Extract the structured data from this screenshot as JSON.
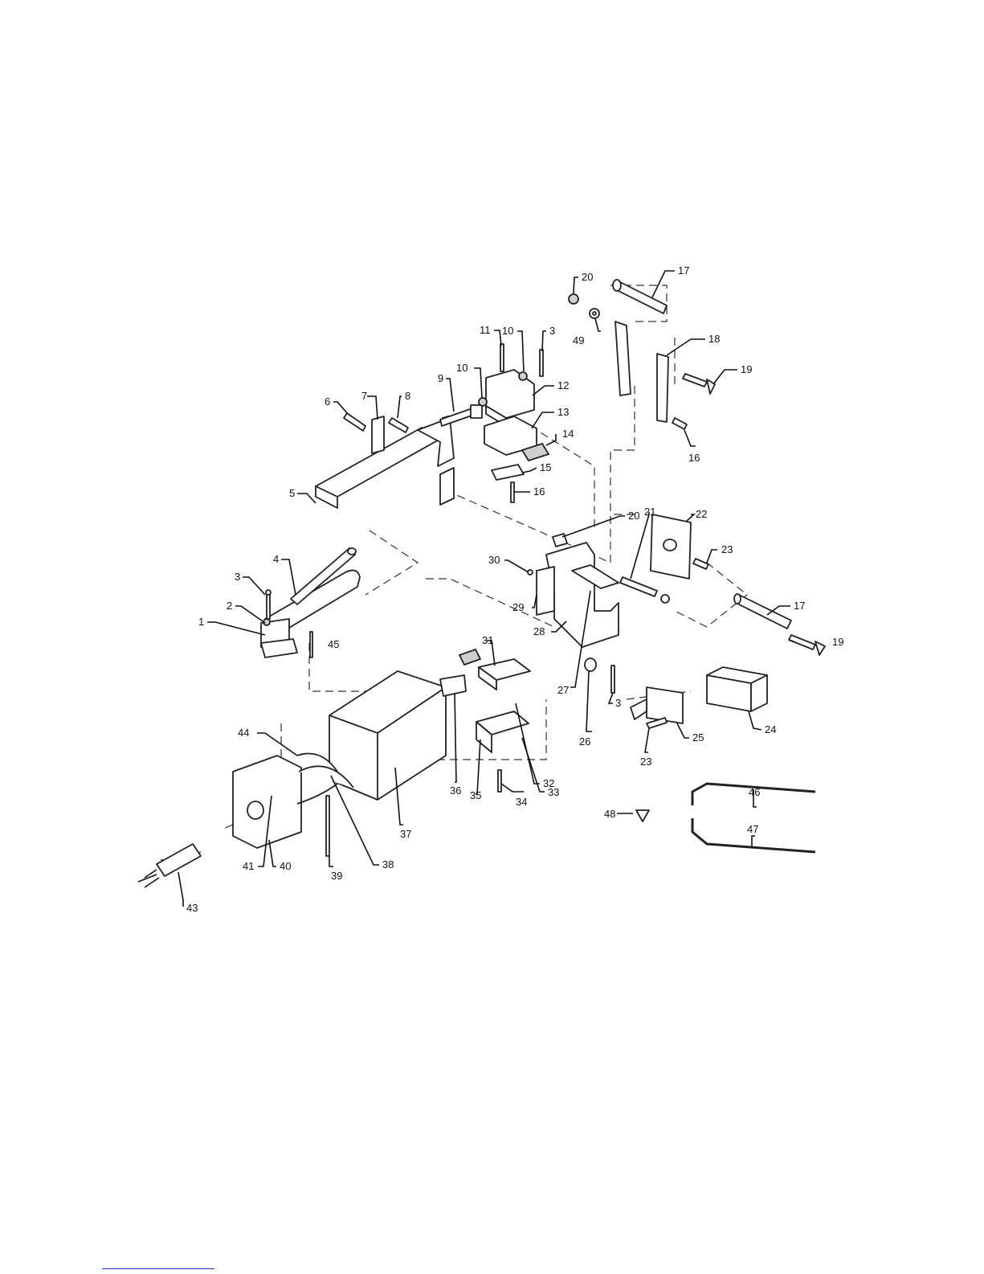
{
  "labels": [
    {
      "id": "1",
      "text": "1"
    },
    {
      "id": "2",
      "text": "2"
    },
    {
      "id": "3a",
      "text": "3"
    },
    {
      "id": "4",
      "text": "4"
    },
    {
      "id": "5",
      "text": "5"
    },
    {
      "id": "6",
      "text": "6"
    },
    {
      "id": "7",
      "text": "7"
    },
    {
      "id": "8",
      "text": "8"
    },
    {
      "id": "9",
      "text": "9"
    },
    {
      "id": "10a",
      "text": "10"
    },
    {
      "id": "10b",
      "text": "10"
    },
    {
      "id": "11",
      "text": "11"
    },
    {
      "id": "3b",
      "text": "3"
    },
    {
      "id": "12",
      "text": "12"
    },
    {
      "id": "13",
      "text": "13"
    },
    {
      "id": "14",
      "text": "14"
    },
    {
      "id": "15",
      "text": "15"
    },
    {
      "id": "16a",
      "text": "16"
    },
    {
      "id": "16b",
      "text": "16"
    },
    {
      "id": "17a",
      "text": "17"
    },
    {
      "id": "17b",
      "text": "17"
    },
    {
      "id": "18",
      "text": "18"
    },
    {
      "id": "19a",
      "text": "19"
    },
    {
      "id": "19b",
      "text": "19"
    },
    {
      "id": "20a",
      "text": "20"
    },
    {
      "id": "20b",
      "text": "20"
    },
    {
      "id": "49",
      "text": "49"
    },
    {
      "id": "21",
      "text": "21"
    },
    {
      "id": "22",
      "text": "22"
    },
    {
      "id": "23a",
      "text": "23"
    },
    {
      "id": "23b",
      "text": "23"
    },
    {
      "id": "24",
      "text": "24"
    },
    {
      "id": "25",
      "text": "25"
    },
    {
      "id": "26",
      "text": "26"
    },
    {
      "id": "27",
      "text": "27"
    },
    {
      "id": "28",
      "text": "28"
    },
    {
      "id": "29",
      "text": "29"
    },
    {
      "id": "30",
      "text": "30"
    },
    {
      "id": "31",
      "text": "31"
    },
    {
      "id": "32",
      "text": "32"
    },
    {
      "id": "33",
      "text": "33"
    },
    {
      "id": "34",
      "text": "34"
    },
    {
      "id": "35",
      "text": "35"
    },
    {
      "id": "36",
      "text": "36"
    },
    {
      "id": "37",
      "text": "37"
    },
    {
      "id": "38",
      "text": "38"
    },
    {
      "id": "39",
      "text": "39"
    },
    {
      "id": "40",
      "text": "40"
    },
    {
      "id": "41",
      "text": "41"
    },
    {
      "id": "43",
      "text": "43"
    },
    {
      "id": "44",
      "text": "44"
    },
    {
      "id": "45",
      "text": "45"
    },
    {
      "id": "3c",
      "text": "3"
    },
    {
      "id": "46",
      "text": "46"
    },
    {
      "id": "47",
      "text": "47"
    },
    {
      "id": "48",
      "text": "48"
    }
  ]
}
